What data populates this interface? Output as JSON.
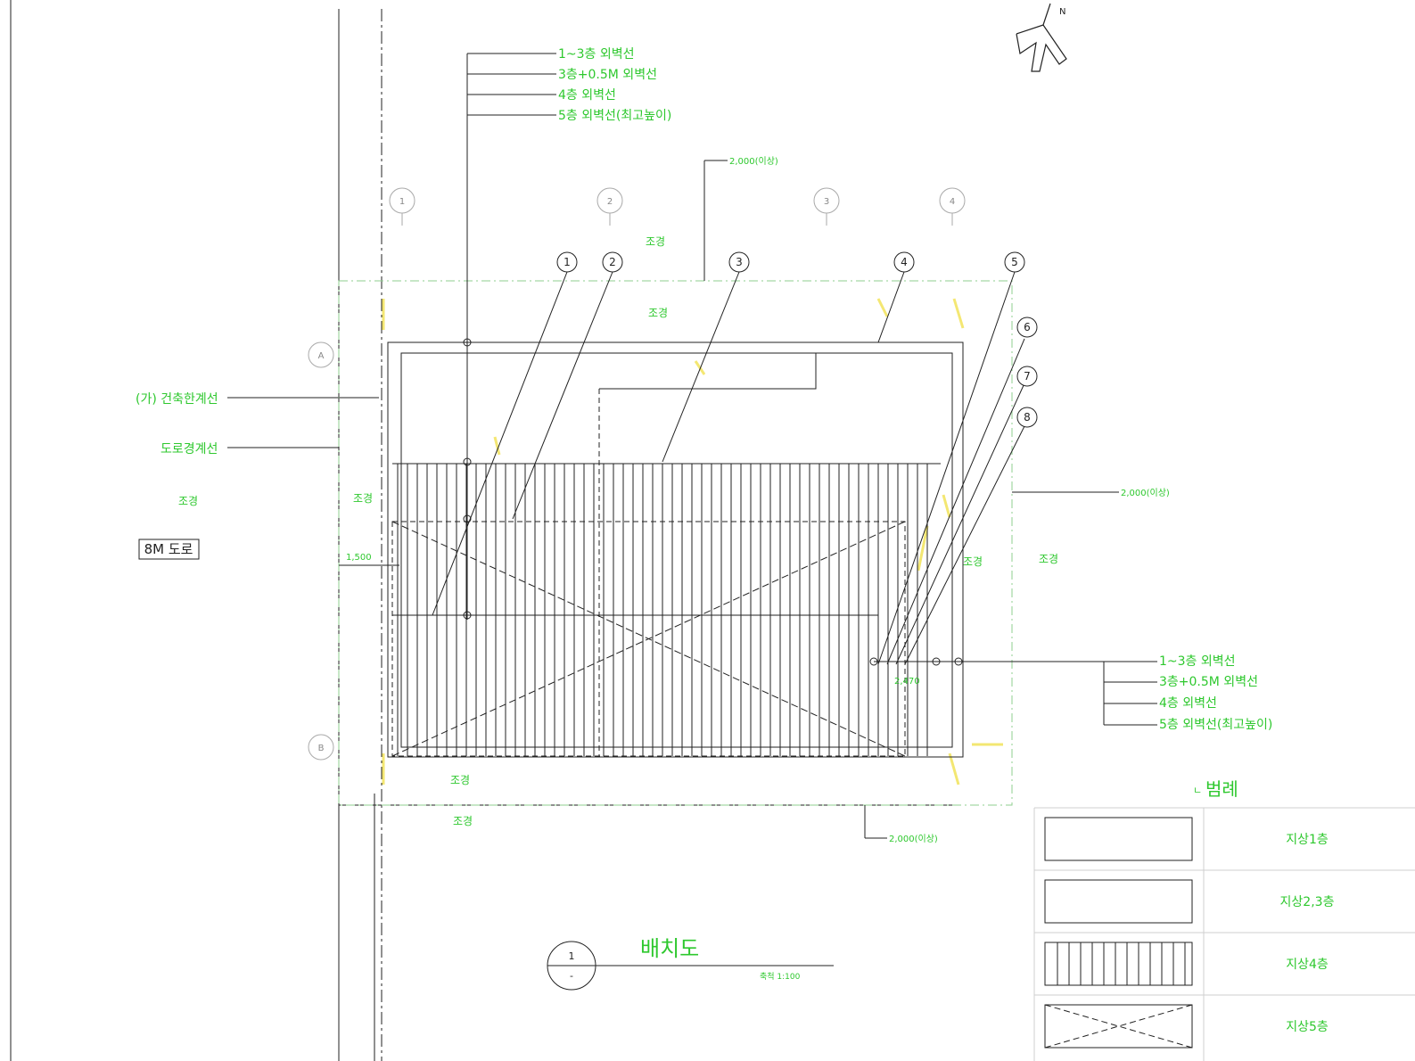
{
  "title": "배치도",
  "scale_note": "축척 1:100",
  "section_marker": {
    "top": "1",
    "bottom": "-"
  },
  "north_arrow": {
    "label": "N"
  },
  "road_label": "8M 도로",
  "boundary_labels": {
    "building_limit": "(가) 건축한계선",
    "road_boundary": "도로경계선"
  },
  "offset_labels": [
    "1~3층 외벽선",
    "3층+0.5M 외벽선",
    "4층 외벽선",
    "5층 외벽선(최고높이)"
  ],
  "dimension_labels": {
    "top": "2,000(이상)",
    "right": "2,000(이상)",
    "bottom": "2,000(이상)",
    "left": "1,500",
    "inner": "2,470"
  },
  "grid_markers": {
    "top": [
      "1",
      "2",
      "3",
      "4"
    ],
    "side": [
      "A",
      "B"
    ]
  },
  "callouts": [
    "1",
    "2",
    "3",
    "4",
    "5",
    "6",
    "7",
    "8"
  ],
  "planting_label": "조경",
  "legend": {
    "title": "범례",
    "items": [
      {
        "pattern": "blank",
        "label": "지상1층"
      },
      {
        "pattern": "blank",
        "label": "지상2,3층"
      },
      {
        "pattern": "vertical-hatch",
        "label": "지상4층"
      },
      {
        "pattern": "cross",
        "label": "지상5층"
      }
    ]
  },
  "colors": {
    "line": "#222222",
    "annotation": "#2ec82e",
    "highlight": "#f2e35a"
  }
}
